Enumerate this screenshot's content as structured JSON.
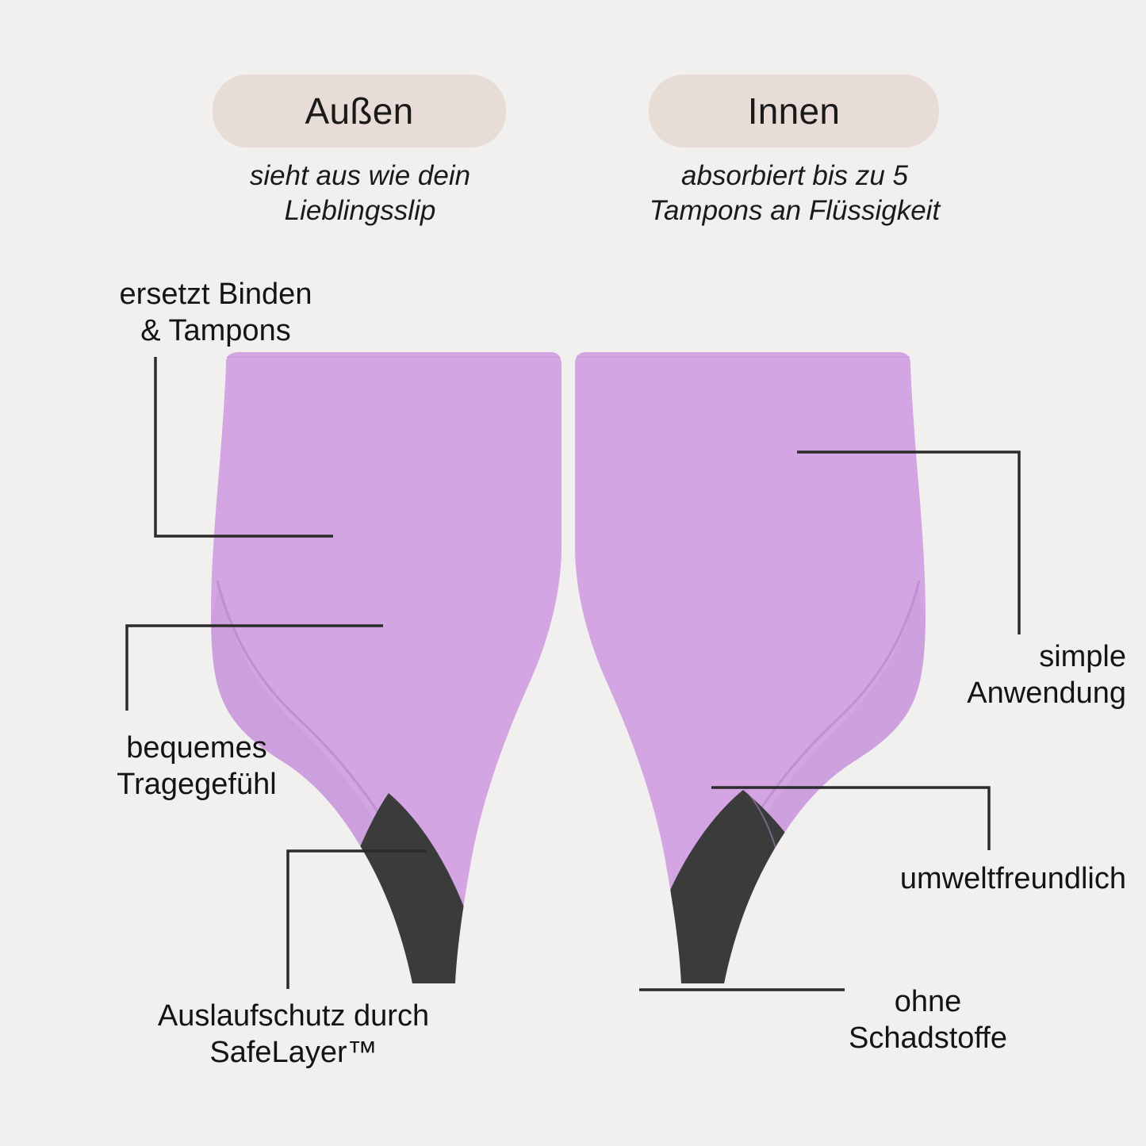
{
  "page": {
    "background_color": "#f2f0ef",
    "text_color": "#141414"
  },
  "header": {
    "pills": [
      {
        "label": "Außen",
        "background": "#e8dcd6"
      },
      {
        "label": "Innen",
        "background": "#e8dcd6"
      }
    ],
    "subcaptions": [
      "sieht aus wie dein\nLieblingsslip",
      "absorbiert bis zu 5\nTampons an Flüssigkeit"
    ]
  },
  "product": {
    "fabric_color": "#d3a6e3",
    "fabric_shade_color": "#c79ad9",
    "gusset_color": "#3b3b3b",
    "items": [
      {
        "name": "outside-view"
      },
      {
        "name": "inside-view"
      }
    ]
  },
  "callouts": {
    "left": [
      {
        "text": "ersetzt Binden\n& Tampons"
      },
      {
        "text": "bequemes\nTragegefühl"
      },
      {
        "text": "Auslaufschutz durch\nSafeLayer™"
      }
    ],
    "right": [
      {
        "text": "simple\nAnwendung"
      },
      {
        "text": "umweltfreundlich"
      },
      {
        "text": "ohne\nSchadstoffe"
      }
    ]
  },
  "leader_line_color": "#2b2b2b"
}
